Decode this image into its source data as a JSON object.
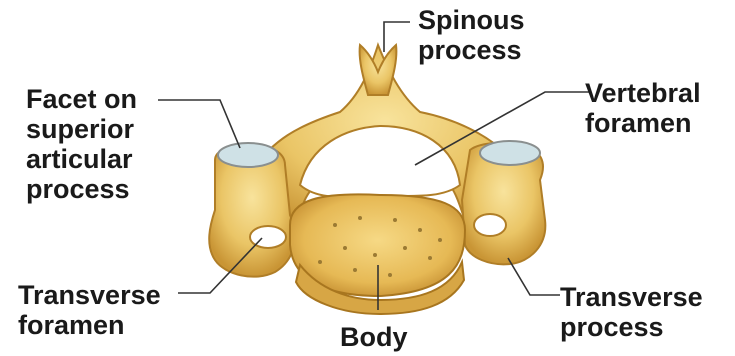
{
  "labels": {
    "spinous": [
      "Spinous",
      "process"
    ],
    "vertebral_foramen": [
      "Vertebral",
      "foramen"
    ],
    "facet": [
      "Facet on",
      "superior",
      "articular",
      "process"
    ],
    "transverse_foramen": [
      "Transverse",
      "foramen"
    ],
    "body": [
      "Body"
    ],
    "transverse_process": [
      "Transverse",
      "process"
    ]
  },
  "colors": {
    "bone": "#e9c15c",
    "bone_light": "#f6dd8e",
    "bone_dark": "#c18a2b",
    "facet": "#c9dde3",
    "leader": "#333333",
    "text": "#1a1a1a"
  }
}
